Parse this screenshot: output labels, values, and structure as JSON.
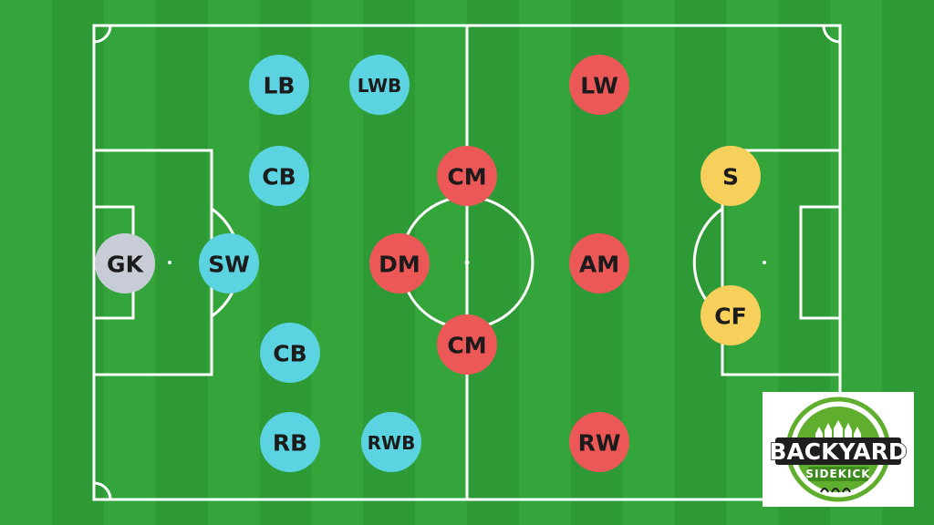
{
  "colors": {
    "grass_dark": "#2e9a35",
    "grass_light": "#3aae3e",
    "line": "#ffffff",
    "defender": "#5bd3e0",
    "midfielder": "#ec5757",
    "forward": "#f6d05a",
    "goalkeeper": "#c8ccd6",
    "logo_green": "#5fae2e"
  },
  "players": [
    {
      "label": "GK",
      "role": "goalkeeper"
    },
    {
      "label": "SW",
      "role": "defender"
    },
    {
      "label": "LB",
      "role": "defender"
    },
    {
      "label": "CB",
      "role": "defender"
    },
    {
      "label": "CB",
      "role": "defender"
    },
    {
      "label": "RB",
      "role": "defender"
    },
    {
      "label": "LWB",
      "role": "defender"
    },
    {
      "label": "RWB",
      "role": "defender"
    },
    {
      "label": "DM",
      "role": "midfielder"
    },
    {
      "label": "CM",
      "role": "midfielder"
    },
    {
      "label": "CM",
      "role": "midfielder"
    },
    {
      "label": "LW",
      "role": "midfielder"
    },
    {
      "label": "AM",
      "role": "midfielder"
    },
    {
      "label": "RW",
      "role": "midfielder"
    },
    {
      "label": "S",
      "role": "forward"
    },
    {
      "label": "CF",
      "role": "forward"
    }
  ],
  "logo": {
    "main_text": "BACKYARD",
    "sub_text": "SIDEKICK"
  }
}
